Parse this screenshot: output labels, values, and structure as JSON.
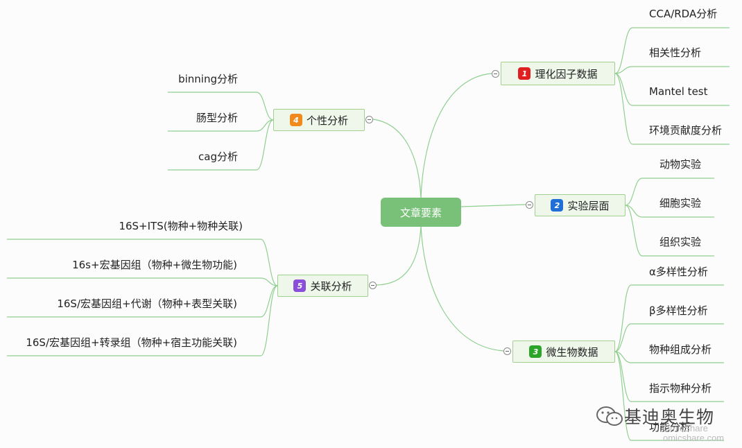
{
  "root": {
    "label": "文章要素",
    "color": "#79c079"
  },
  "branches": [
    {
      "id": "b1",
      "badge": "1",
      "badge_color": "#e02020",
      "label": "理化因子数据",
      "children": [
        "CCA/RDA分析",
        "相关性分析",
        "Mantel test",
        "环境贡献度分析"
      ]
    },
    {
      "id": "b2",
      "badge": "2",
      "badge_color": "#1f6fd6",
      "label": "实验层面",
      "children": [
        "动物实验",
        "细胞实验",
        "组织实验"
      ]
    },
    {
      "id": "b3",
      "badge": "3",
      "badge_color": "#2aa52a",
      "label": "微生物数据",
      "children": [
        "α多样性分析",
        "β多样性分析",
        "物种组成分析",
        "指示物种分析",
        "功能分析"
      ]
    },
    {
      "id": "b4",
      "badge": "4",
      "badge_color": "#f08a1c",
      "label": "个性分析",
      "children": [
        "binning分析",
        "肠型分析",
        "cag分析"
      ]
    },
    {
      "id": "b5",
      "badge": "5",
      "badge_color": "#8a4fd8",
      "label": "关联分析",
      "children": [
        "16S+ITS(物种+物种关联)",
        "16s+宏基因组（物种+微生物功能)",
        "16S/宏基因组+代谢（物种+表型关联)",
        "16S/宏基因组+转录组（物种+宿主功能关联)"
      ]
    }
  ],
  "watermark": {
    "text": "基迪奥生物",
    "sub1": "OmicShare",
    "sub2": "omicshare.com"
  },
  "colors": {
    "line": "#8fcf8f",
    "node_bg": "#eef7ea",
    "node_border": "#9fd08e"
  }
}
